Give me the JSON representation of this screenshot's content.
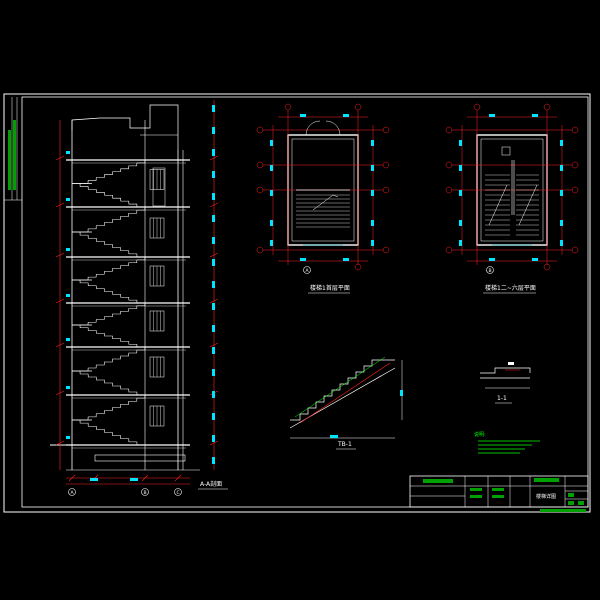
{
  "drawing": {
    "colors": {
      "background": "#000000",
      "frame": "#ffffff",
      "structure": "#ffffff",
      "dimension": "#ff2020",
      "axis": "#ff2020",
      "annotation": "#00ff00",
      "column": "#00e5ff",
      "title_block_fill": "#00a000"
    },
    "titles": {
      "section": "A-A剖面",
      "plan_ground": "楼梯1首层平面",
      "plan_upper": "楼梯1二~六层平面",
      "stair_slab": "TB-1",
      "detail": "1-1",
      "notes_heading": "说明:"
    },
    "axis_labels": {
      "section_bottom": [
        "A",
        "B",
        "C"
      ],
      "plan_ground_bottom": [
        "A"
      ],
      "plan_upper_bottom": [
        "B"
      ]
    },
    "title_block": {
      "drawing_name": "楼梯详图"
    }
  }
}
